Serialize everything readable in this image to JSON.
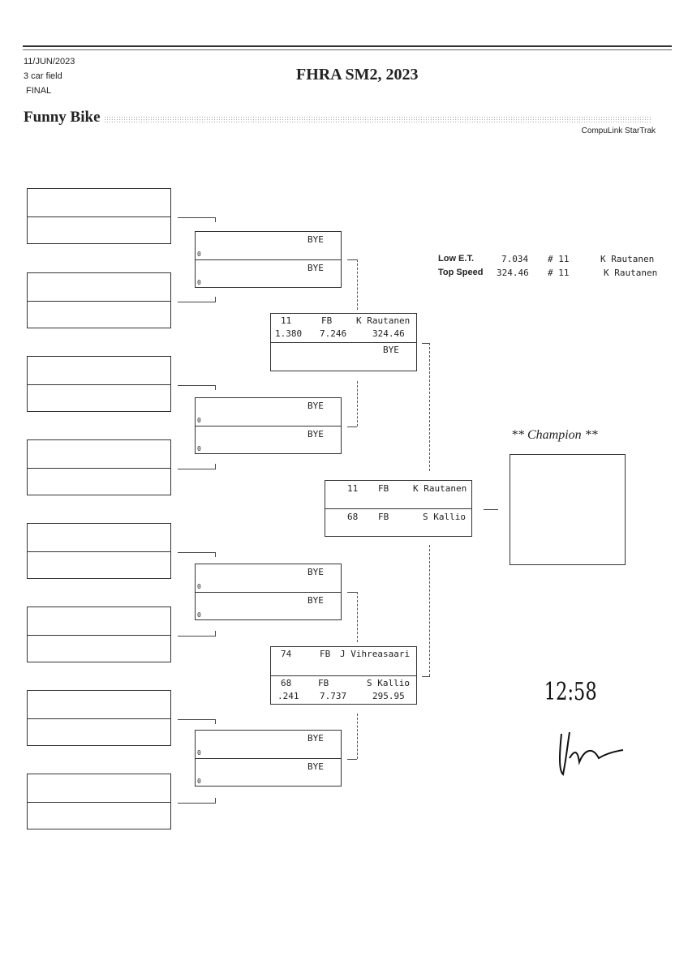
{
  "header": {
    "date": "11/JUN/2023",
    "field": "3 car field",
    "round": "FINAL",
    "title": "FHRA SM2, 2023",
    "class": "Funny Bike",
    "software": "CompuLink StarTrak"
  },
  "stats": {
    "low_et_label": "Low  E.T.",
    "low_et": "7.034",
    "low_et_num": "# 11",
    "low_et_name": "K Rautanen",
    "top_speed_label": "Top Speed",
    "top_speed": "324.46",
    "top_speed_num": "# 11",
    "top_speed_name": "K Rautanen"
  },
  "round2": {
    "bye": "BYE",
    "zero": "0"
  },
  "semi1": {
    "top_num": "11",
    "top_cls": "FB",
    "top_name": "K Rautanen",
    "top_rt": "1.380",
    "top_et": "7.246",
    "top_mph": "324.46",
    "bottom_name": "BYE"
  },
  "semi2": {
    "top_num": "74",
    "top_cls": "FB",
    "top_name": "J Vihreasaari",
    "bottom_num": "68",
    "bottom_cls": "FB",
    "bottom_name": "S Kallio",
    "bottom_rt": ".241",
    "bottom_et": "7.737",
    "bottom_mph": "295.95"
  },
  "final": {
    "top_num": "11",
    "top_cls": "FB",
    "top_name": "K Rautanen",
    "bottom_num": "68",
    "bottom_cls": "FB",
    "bottom_name": "S Kallio"
  },
  "champion": {
    "label": "** Champion **"
  },
  "handwritten": {
    "time": "12:58"
  }
}
